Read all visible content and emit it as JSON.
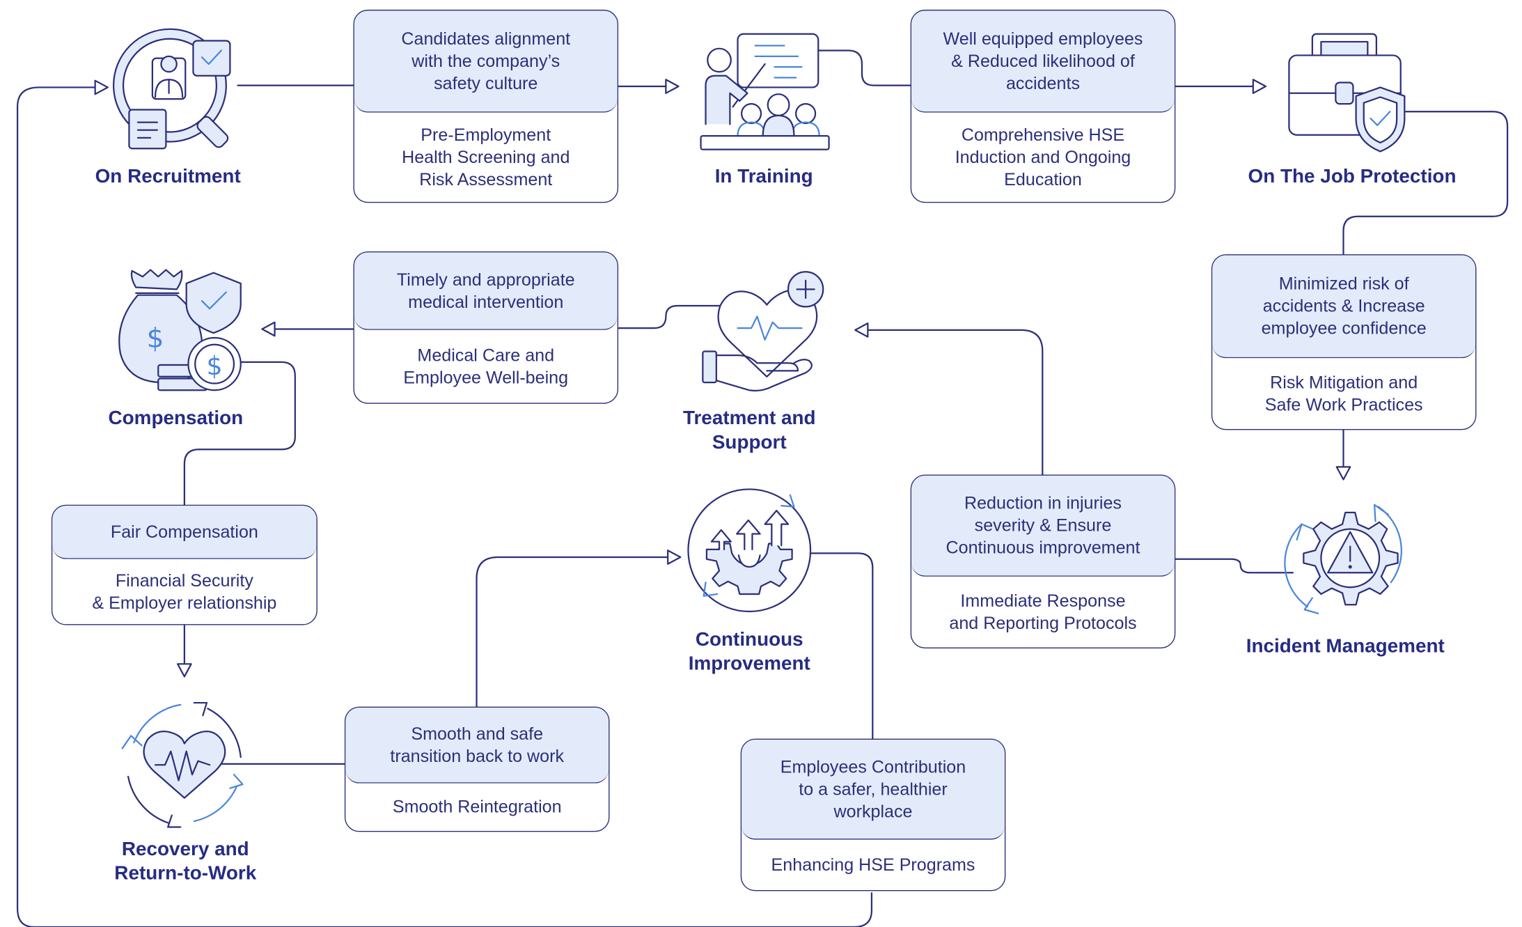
{
  "stages": {
    "recruitment": "On Recruitment",
    "training": "In Training",
    "protection": "On The Job Protection",
    "incident": "Incident Management",
    "treatment": "Treatment and\nSupport",
    "compensation": "Compensation",
    "recovery": "Recovery and\nReturn-to-Work",
    "improvement": "Continuous\nImprovement"
  },
  "boxes": {
    "recruitment": {
      "outcome": "Candidates alignment\nwith the company’s\nsafety culture",
      "practice": "Pre-Employment\nHealth Screening and\nRisk Assessment"
    },
    "training": {
      "outcome": "Well equipped employees\n& Reduced likelihood of\naccidents",
      "practice": "Comprehensive HSE\nInduction and Ongoing\nEducation"
    },
    "protection": {
      "outcome": "Minimized risk of\naccidents & Increase\nemployee confidence",
      "practice": "Risk Mitigation and\nSafe Work Practices"
    },
    "incident": {
      "outcome": "Reduction in injuries\nseverity & Ensure\nContinuous improvement",
      "practice": "Immediate Response\nand Reporting Protocols"
    },
    "treatment": {
      "outcome": "Timely and appropriate\nmedical intervention",
      "practice": "Medical Care and\nEmployee Well-being"
    },
    "compensation": {
      "outcome": "Fair Compensation",
      "practice": "Financial Security\n& Employer relationship"
    },
    "recovery": {
      "outcome": "Smooth and safe\ntransition back to work",
      "practice": "Smooth Reintegration"
    },
    "improvement": {
      "outcome": "Employees Contribution\nto a safer, healthier\nworkplace",
      "practice": "Enhancing HSE Programs"
    }
  },
  "icons": {
    "recruitment": "recruitment-magnifier-icon",
    "training": "training-presentation-icon",
    "protection": "briefcase-shield-icon",
    "incident": "gear-warning-icon",
    "treatment": "heart-in-hand-icon",
    "compensation": "money-bag-shield-icon",
    "recovery": "heartbeat-cycle-icon",
    "improvement": "improvement-gear-arrows-icon"
  },
  "colors": {
    "line": "#2b2f7a",
    "title": "#262c82",
    "box_fill": "#e3ebfa",
    "accent": "#4a86dc",
    "background": "#ffffff"
  }
}
